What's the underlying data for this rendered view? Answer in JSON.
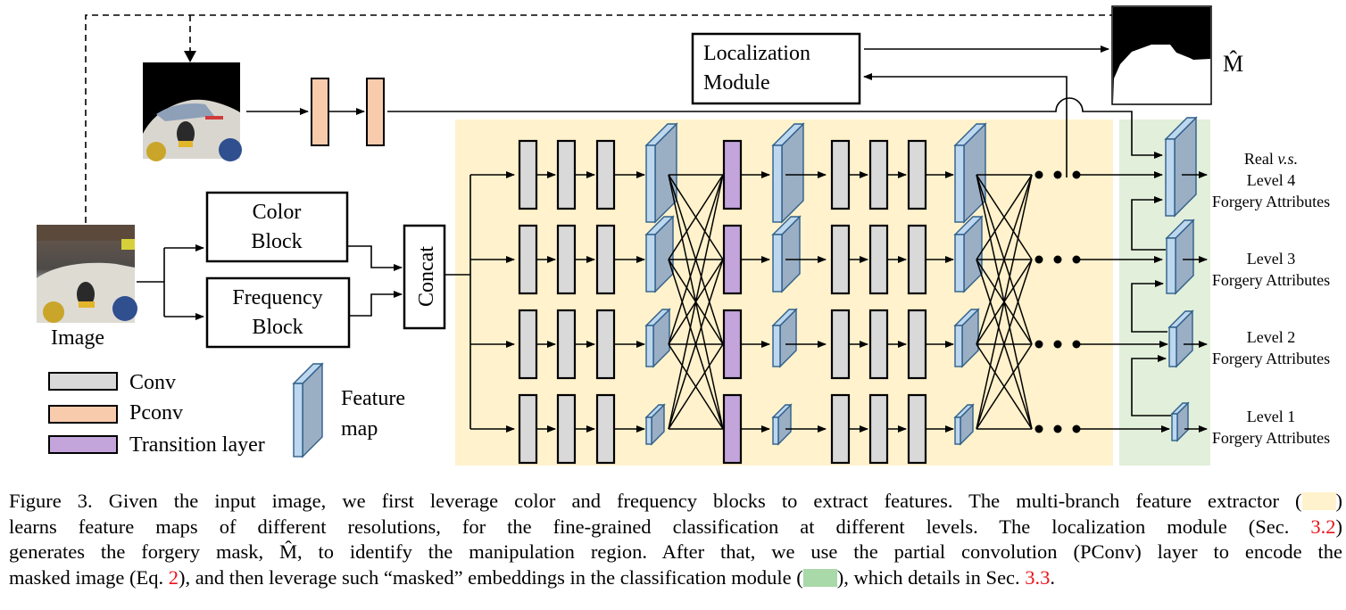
{
  "figure": {
    "input_label": "Image",
    "mask_symbol": "M̂",
    "blocks": {
      "color": [
        "Color",
        "Block"
      ],
      "frequency": [
        "Frequency",
        "Block"
      ],
      "concat": "Concat",
      "localization": [
        "Localization",
        "Module"
      ]
    },
    "outputs": [
      {
        "level": 4,
        "lines": [
          "Real v.s.",
          "Level 4",
          "Forgery Attributes"
        ]
      },
      {
        "level": 3,
        "lines": [
          "Level 3",
          "Forgery Attributes"
        ]
      },
      {
        "level": 2,
        "lines": [
          "Level 2",
          "Forgery Attributes"
        ]
      },
      {
        "level": 1,
        "lines": [
          "Level 1",
          "Forgery Attributes"
        ]
      }
    ],
    "real_vs_prefix": "Real ",
    "real_vs_italic": "v.s.",
    "legend": [
      {
        "key": "conv",
        "label": "Conv",
        "color": "#d9d9d9"
      },
      {
        "key": "pconv",
        "label": "Pconv",
        "color": "#f8cbad"
      },
      {
        "key": "transition",
        "label": "Transition layer",
        "color": "#c3a5dc"
      }
    ],
    "feature_map_label": [
      "Feature",
      "map"
    ],
    "colors": {
      "feature_extractor_bg": "#fff2cc",
      "classification_bg": "#e2efda",
      "feature_map_front": "#bdd7ee",
      "feature_map_side": "#9aaec4",
      "feature_map_stroke": "#2f5f8a"
    }
  },
  "caption": {
    "line1_a": "Figure 3. Given the input image, we first leverage color and frequency blocks to extract features. The multi-branch feature extractor (",
    "line1_b": ")",
    "line2_a": "learns feature maps of different resolutions, for the fine-grained classification at different levels.  The localization module (Sec. ",
    "line2_ref": "3.2",
    "line2_b": ")",
    "line3": "generates the forgery mask, M̂, to identify the manipulation region. After that, we use the partial convolution (PConv) layer to encode the",
    "line4_a": "masked image (Eq. ",
    "line4_ref1": "2",
    "line4_b": "), and then leverage such “masked” embeddings in the classification module (",
    "line4_c": "), which details in Sec. ",
    "line4_ref2": "3.3",
    "line4_d": "."
  }
}
